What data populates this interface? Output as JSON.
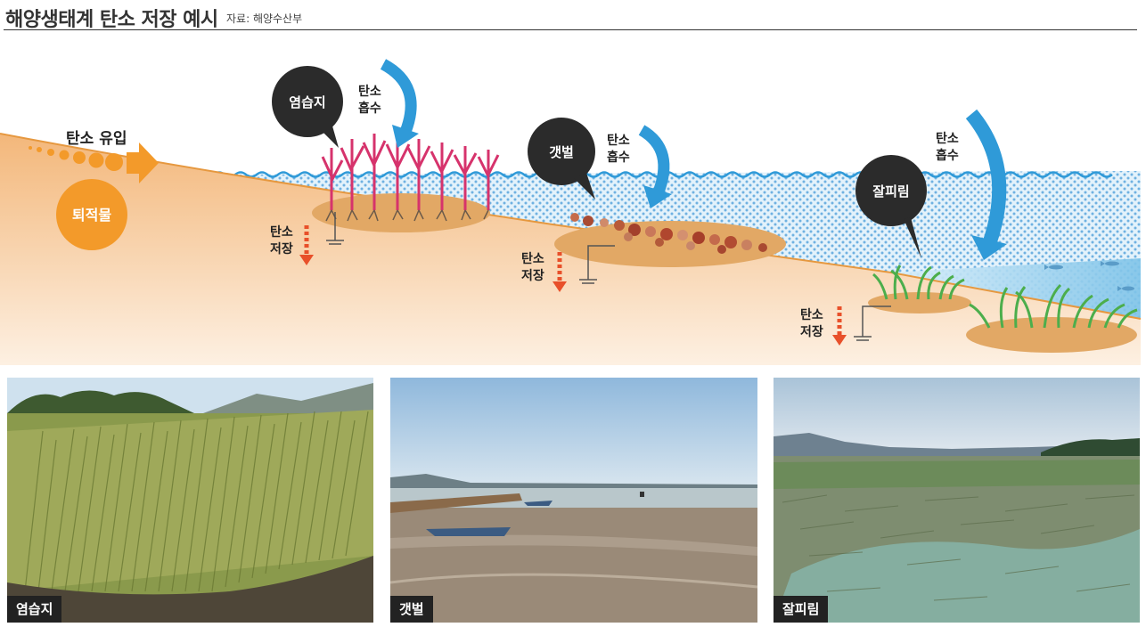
{
  "header": {
    "title": "해양생태계 탄소 저장 예시",
    "source": "자료: 해양수산부"
  },
  "diagram": {
    "inflow_label": "탄소 유입",
    "sediment_label": "퇴적물",
    "zones": [
      {
        "name": "염습지",
        "absorb_lines": [
          "탄소",
          "흡수"
        ],
        "store_lines": [
          "탄소",
          "저장"
        ]
      },
      {
        "name": "갯벌",
        "absorb_lines": [
          "탄소",
          "흡수"
        ],
        "store_lines": [
          "탄소",
          "저장"
        ]
      },
      {
        "name": "잘피림",
        "absorb_lines": [
          "탄소",
          "흡수"
        ],
        "store_lines": [
          "탄소",
          "저장"
        ]
      }
    ],
    "colors": {
      "sediment": "#f3b77a",
      "water": "#cfe8f6",
      "water_dots": "#5aa6dc",
      "arrow_blue": "#2f9ad8",
      "orange": "#f39a2a",
      "bubble": "#2b2b2b",
      "store_arrow": "#e8502a",
      "salt_marsh_plant": "#d6336c",
      "seagrass": "#4cae4c"
    }
  },
  "photos": [
    {
      "caption": "염습지"
    },
    {
      "caption": "갯벌"
    },
    {
      "caption": "잘피림"
    }
  ]
}
